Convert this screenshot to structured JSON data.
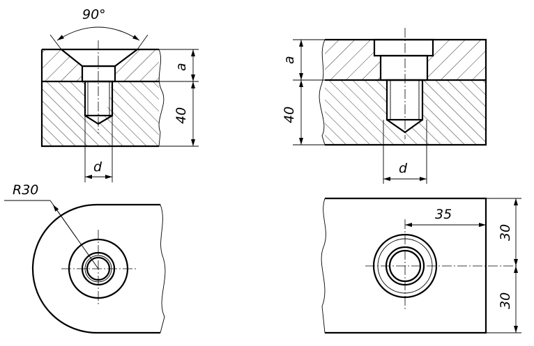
{
  "labels": {
    "countersink_angle": "90°",
    "tl_depth": "a",
    "tl_height": "40",
    "tl_diameter": "d",
    "tr_depth": "a",
    "tr_height": "40",
    "tr_diameter": "d",
    "bl_radius": "R30",
    "br_horizontal": "35",
    "br_vertical_top": "30",
    "br_vertical_bottom": "30"
  },
  "colors": {
    "line": "#000000",
    "background": "#ffffff"
  }
}
